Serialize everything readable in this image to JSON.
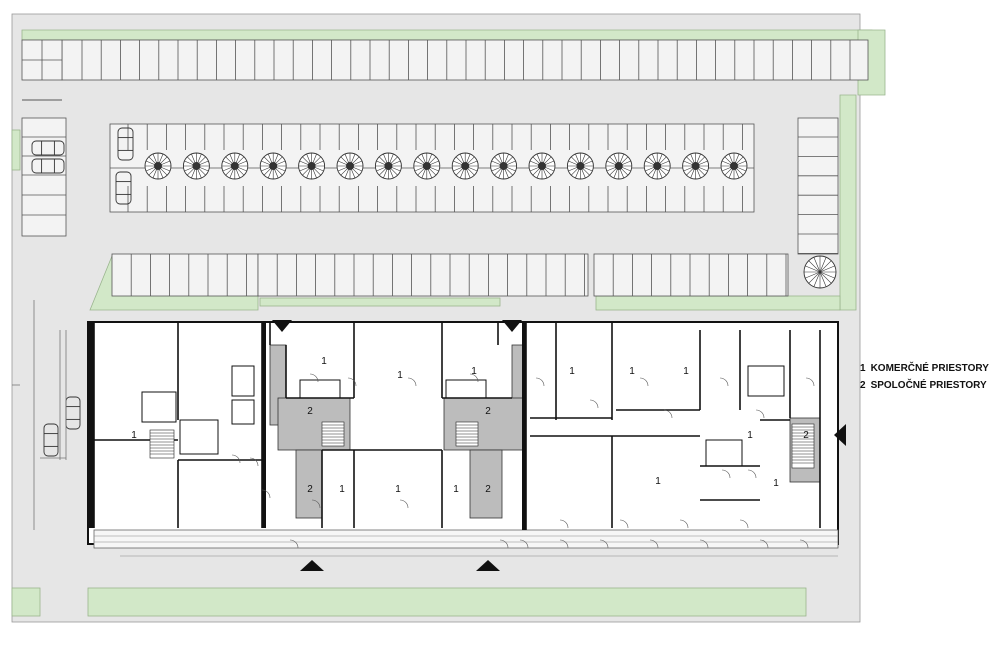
{
  "legend": [
    {
      "number": "1",
      "text": "KOMERČNÉ PRIESTORY"
    },
    {
      "number": "2",
      "text": "SPOLOČNÉ PRIESTORY"
    }
  ],
  "room_labels": {
    "commercial": "1",
    "common": "2"
  },
  "colors": {
    "ground": "#e6e6e6",
    "green": "#d2e8c8",
    "common_fill": "#bcbcbc",
    "wall": "#111111",
    "building_fill": "#ffffff"
  },
  "icons": {
    "entrance": "triangle-arrow-icon",
    "tree": "tree-icon",
    "car": "car-icon",
    "door": "door-swing-icon",
    "stair": "stair-icon"
  }
}
